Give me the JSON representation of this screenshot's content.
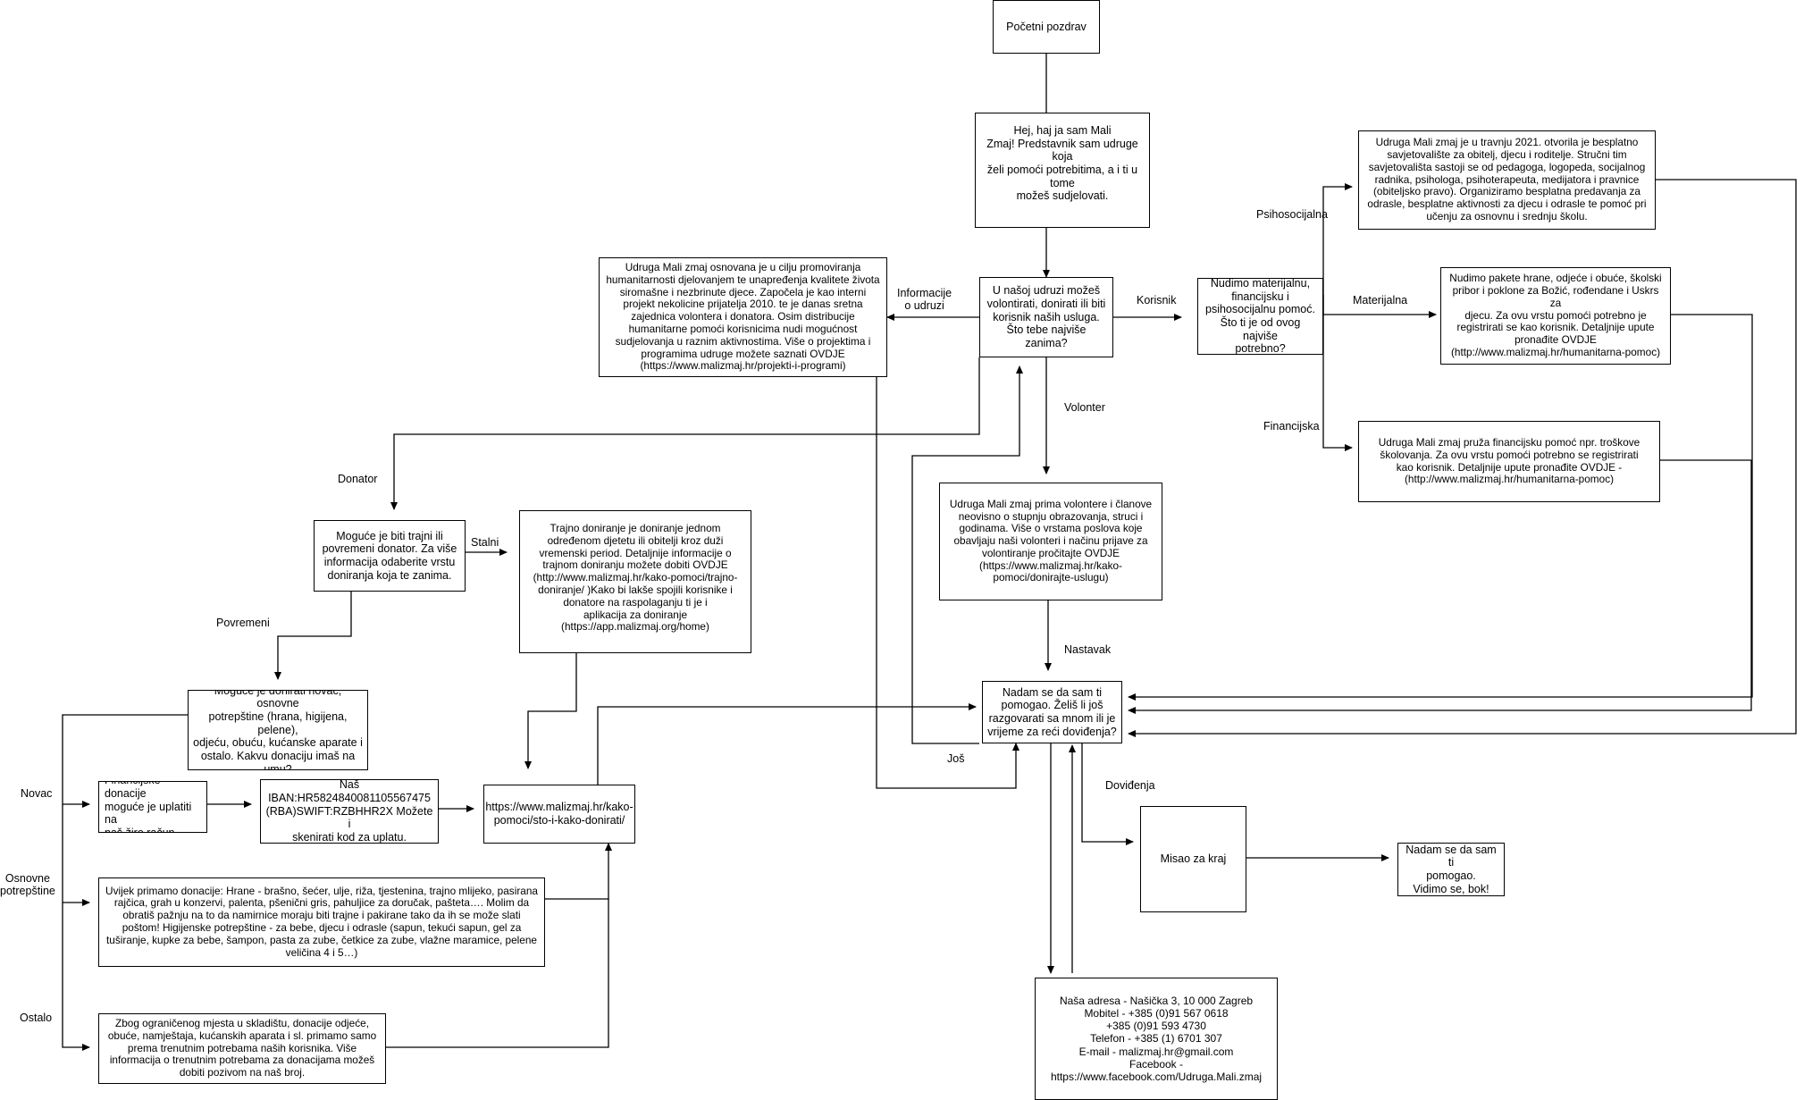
{
  "nodes": {
    "start": "Početni pozdrav",
    "greet": "Hej, haj ja sam Mali\nZmaj! Predstavnik sam udruge koja\nželi pomoći potrebitima, a i ti u tome\nmožeš sudjelovati.",
    "question": "U našoj udruzi možeš\nvolontirati, donirati ili biti\nkorisnik naših usluga.\nŠto tebe najviše zanima?",
    "info": "Udruga Mali zmaj osnovana je u cilju promoviranja\nhumanitarnosti djelovanjem te unapređenja kvalitete života\nsiromašne i nezbrinute djece. Započela je kao interni\nprojekt nekolicine prijatelja 2010. te je danas sretna\nzajednica volontera i donatora. Osim distribucije\nhumanitarne pomoći korisnicima nudi mogućnost\nsudjelovanja u raznim aktivnostima. Više o projektima i\nprogramima udruge možete saznati OVDJE\n(https://www.malizmaj.hr/projekti-i-programi)",
    "korisnik": "Nudimo materijalnu,\nfinancijsku i\npsihosocijalnu pomoć.\nŠto ti je od ovog najviše\npotrebno?",
    "psiho": "Udruga Mali zmaj je u travnju 2021. otvorila je besplatno\nsavjetovalište za obitelj, djecu i roditelje. Stručni tim\nsavjetovališta sastoji se  od pedagoga, logopeda, socijalnog\nradnika, psihologa, psihoterapeuta, medijatora i pravnice\n(obiteljsko pravo). Organiziramo besplatna predavanja za\nodrasle, besplatne aktivnosti za djecu i odrasle te pomoć pri\nučenju za osnovnu i srednju školu.",
    "materijalna": "Nudimo pakete hrane, odjeće i obuće, školski\npribor i poklone za Božić, rođendane i Uskrs za\ndjecu. Za ovu vrstu pomoći potrebno je\nregistrirati se kao korisnik. Detaljnije upute\npronađite OVDJE\n(http://www.malizmaj.hr/humanitarna-pomoc)",
    "financijska": "Udruga Mali zmaj pruža financijsku pomoć npr. troškove\nškolovanja. Za ovu vrstu pomoći potrebno se registrirati\nkao korisnik. Detaljnije upute pronađite OVDJE -\n(http://www.malizmaj.hr/humanitarna-pomoc)",
    "volonter": "Udruga Mali zmaj prima volontere i članove\nneovisno o stupnju obrazovanja, struci i\ngodinama. Više o vrstama poslova koje\nobavljaju naši volonteri i načinu prijave za\nvolontiranje pročitajte OVDJE\n(https://www.malizmaj.hr/kako-\npomoci/donirajte-uslugu)",
    "donator": "Moguće je biti trajni ili\npovremeni donator. Za više\ninformacija odaberite vrstu\ndoniranja koja te zanima.",
    "trajno": "Trajno doniranje je doniranje jednom\nodređenom djetetu ili obitelji kroz duži\nvremenski period. Detaljnije informacije o\ntrajnom doniranju možete dobiti OVDJE\n(http://www.malizmaj.hr/kako-pomoci/trajno-\ndoniranje/ )Kako bi lakše spojili korisnike i\ndonatore na raspolaganju ti je i\naplikacija za doniranje\n(https://app.malizmaj.org/home)",
    "povremeni": "Moguće je donirati novac, osnovne\npotrepštine (hrana, higijena, pelene),\nodjeću, obuću, kućanske aparate i\nostalo. Kakvu donaciju imaš na\numu?",
    "financijske_donacije": "Financijske donacije\nmoguće je uplatiti na\nnaš žiro račun.",
    "iban": "Naš\nIBAN:HR5824840081105567475\n(RBA)SWIFT:RZBHHR2X Možete i\nskenirati kod za uplatu.",
    "kako_donirati": "https://www.malizmaj.hr/kako-\npomoci/sto-i-kako-donirati/",
    "potrepstine": "Uvijek primamo donacije: Hrane - brašno, šećer, ulje, riža, tjestenina, trajno mlijeko, pasirana\nrajčica, grah u konzervi, palenta, pšenični gris, pahuljice za doručak, pašteta…. Molim da\nobratiš pažnju na to da namirnice moraju biti trajne i pakirane tako da ih se može slati\npoštom! Higijenske potrepštine - za bebe, djecu i odrasle (sapun, tekući sapun, gel za\ntuširanje, kupke za bebe, šampon, pasta za zube, četkice za zube, vlažne maramice, pelene\nveličina 4 i 5…)",
    "ostalo": "Zbog ograničenog mjesta u skladištu, donacije odjeće,\nobuće, namještaja, kućanskih aparata i sl. primamo samo\nprema trenutnim potrebama naših korisnika. Više\ninformacija o trenutnim potrebama za donacijama možeš\ndobiti pozivom na naš broj.",
    "nadam": "Nadam se da sam ti\npomogao. Želiš li još\nrazgovarati sa mnom ili je\nvrijeme za reći doviđenja?",
    "misao": "Misao za kraj",
    "bok": "Nadam se da sam ti\npomogao.\nVidimo se, bok!",
    "adresa": "Naša adresa - Našička 3, 10 000 Zagreb\nMobitel - +385 (0)91 567 0618\n+385 (0)91 593 4730\nTelefon - +385 (1) 6701 307\nE-mail - malizmaj.hr@gmail.com\nFacebook -\nhttps://www.facebook.com/Udruga.Mali.zmaj"
  },
  "labels": {
    "informacije": "Informacije\no udruzi",
    "korisnik": "Korisnik",
    "volonter": "Volonter",
    "donator": "Donator",
    "stalni": "Stalni",
    "povremeni": "Povremeni",
    "psihosocijalna": "Psihosocijalna",
    "materijalna": "Materijalna",
    "financijska": "Financijska",
    "nastavak": "Nastavak",
    "jos": "Još",
    "dovidenja": "Doviđenja",
    "novac": "Novac",
    "osnovne": "Osnovne\npotrepštine",
    "ostalo": "Ostalo"
  }
}
